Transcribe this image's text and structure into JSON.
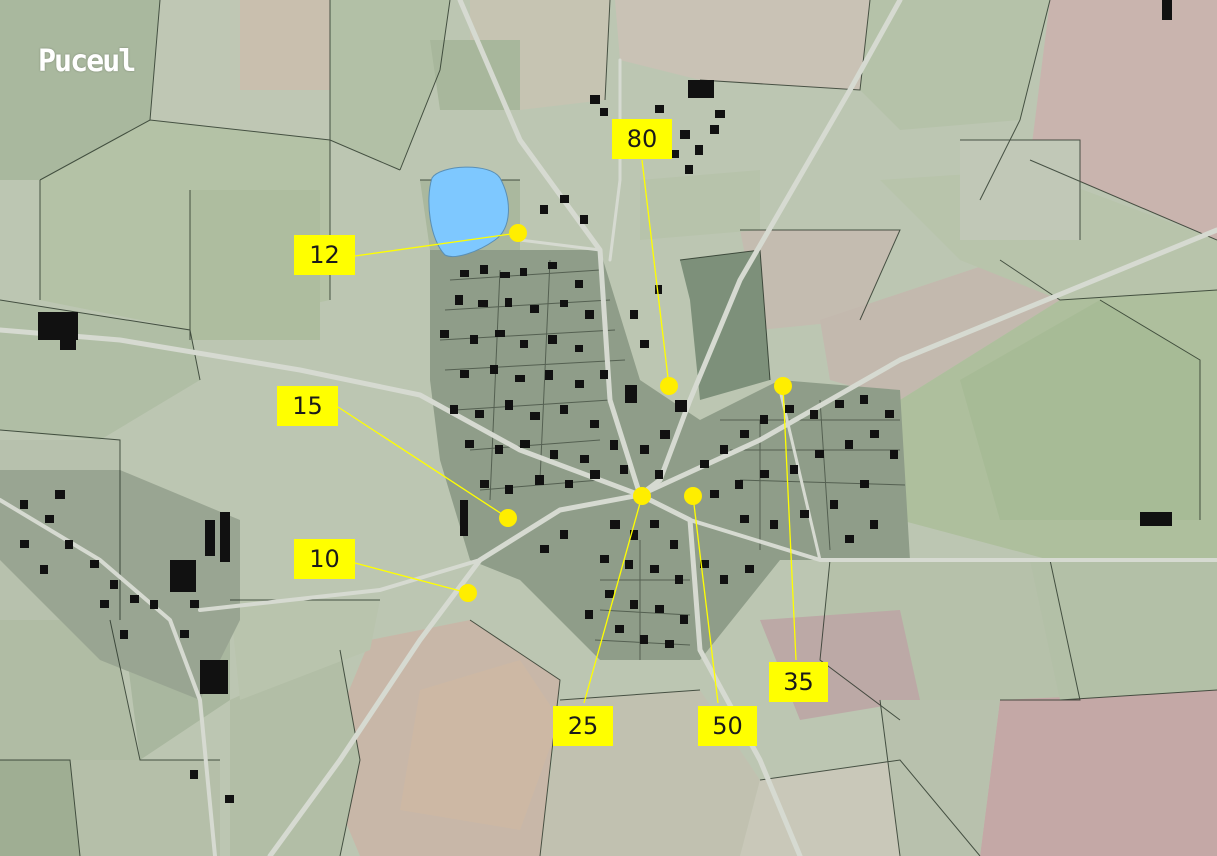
{
  "place_name": "Puceul",
  "colors": {
    "callout_fill": "#ffff00",
    "leader_line": "#ffff00",
    "point": "#ffee00",
    "pond": "#7ec8ff",
    "buildings": "#111111",
    "field_lines": "#1e2a1e",
    "roads": "#d7dbd2"
  },
  "callouts": [
    {
      "id": "80",
      "label": "80"
    },
    {
      "id": "12",
      "label": "12"
    },
    {
      "id": "15",
      "label": "15"
    },
    {
      "id": "10",
      "label": "10"
    },
    {
      "id": "25",
      "label": "25"
    },
    {
      "id": "50",
      "label": "50"
    },
    {
      "id": "35",
      "label": "35"
    }
  ]
}
